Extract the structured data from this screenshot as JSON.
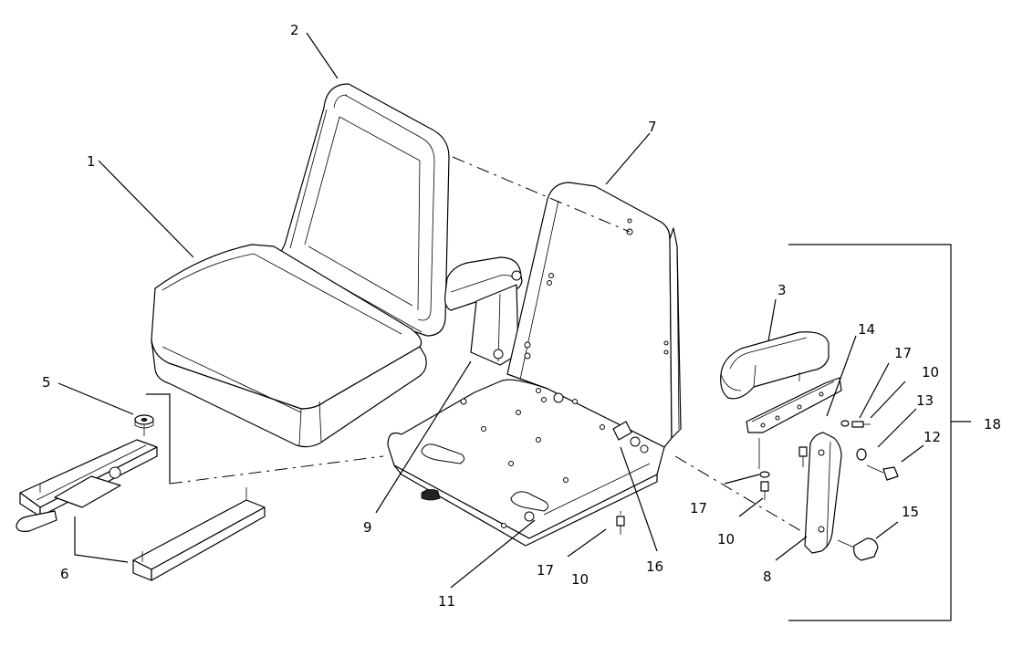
{
  "callouts": [
    {
      "id": "c1",
      "text": "1"
    },
    {
      "id": "c2",
      "text": "2"
    },
    {
      "id": "c3",
      "text": "3"
    },
    {
      "id": "c5",
      "text": "5"
    },
    {
      "id": "c6",
      "text": "6"
    },
    {
      "id": "c7",
      "text": "7"
    },
    {
      "id": "c8",
      "text": "8"
    },
    {
      "id": "c9",
      "text": "9"
    },
    {
      "id": "c10a",
      "text": "10"
    },
    {
      "id": "c10b",
      "text": "10"
    },
    {
      "id": "c10c",
      "text": "10"
    },
    {
      "id": "c11",
      "text": "11"
    },
    {
      "id": "c12",
      "text": "12"
    },
    {
      "id": "c13",
      "text": "13"
    },
    {
      "id": "c14",
      "text": "14"
    },
    {
      "id": "c15",
      "text": "15"
    },
    {
      "id": "c16",
      "text": "16"
    },
    {
      "id": "c17a",
      "text": "17"
    },
    {
      "id": "c17b",
      "text": "17"
    },
    {
      "id": "c17c",
      "text": "17"
    },
    {
      "id": "c18",
      "text": "18"
    }
  ]
}
